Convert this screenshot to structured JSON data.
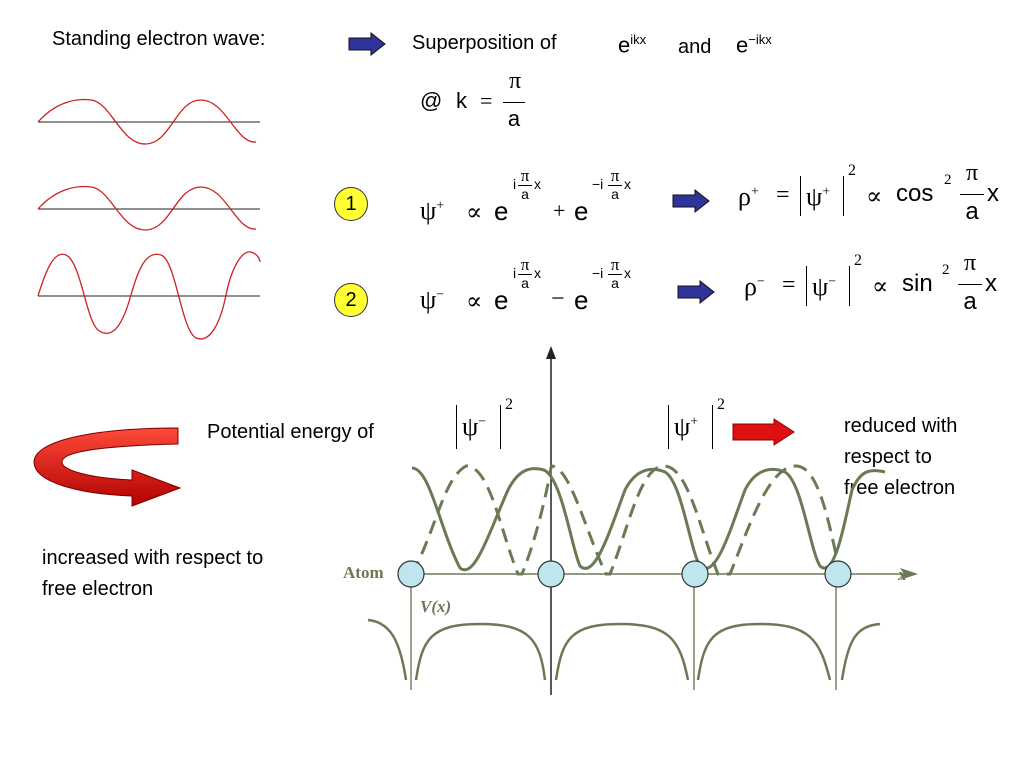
{
  "header": {
    "title": "Standing electron wave:",
    "superposition_label": "Superposition of",
    "exp1_base": "e",
    "exp1_sup": "ikx",
    "and_label": "and",
    "exp2_base": "e",
    "exp2_sup": "−ikx",
    "at_symbol": "@",
    "k_var": "k",
    "equals": "=",
    "pi_sym": "π",
    "a_var": "a"
  },
  "eq1": {
    "badge": "1",
    "psi": "ψ",
    "psi_sup": "+",
    "prop": "∝",
    "e1": "e",
    "e1_pre": "i",
    "e1_x": "x",
    "plusminus": "+",
    "e2": "e",
    "e2_pre": "−i",
    "e2_x": "x",
    "rho": "ρ",
    "rho_sup": "+",
    "abs_sup": "+",
    "power": "2",
    "func": "cos",
    "func_pow": "2",
    "x": "x"
  },
  "eq2": {
    "badge": "2",
    "psi": "ψ",
    "psi_sup": "−",
    "prop": "∝",
    "e1": "e",
    "e1_pre": "i",
    "e1_x": "x",
    "plusminus": "−",
    "e2": "e",
    "e2_pre": "−i",
    "e2_x": "x",
    "rho": "ρ",
    "rho_sup": "−",
    "abs_sup": "−",
    "power": "2",
    "func": "sin",
    "func_pow": "2",
    "x": "x"
  },
  "lower": {
    "potential_label": "Potential energy of",
    "psi_minus_label": "ψ",
    "psi_minus_sup": "−",
    "psi_minus_pow": "2",
    "psi_plus_label": "ψ",
    "psi_plus_sup": "+",
    "psi_plus_pow": "2",
    "reduced_line1": "reduced with",
    "reduced_line2": "respect to",
    "reduced_line3": "free electron",
    "increased_line1": "increased with respect to",
    "increased_line2": "free electron",
    "atom_label": "Atom",
    "potential_symbol": "V(x)",
    "x_axis_label": "x"
  },
  "colors": {
    "wave": "#cc2222",
    "navy_arrow": "#303399",
    "red_arrow": "#e01010",
    "badge_fill": "#ffff33",
    "atom_fill": "#bfe6ec",
    "plot_green": "#6b7a55"
  }
}
